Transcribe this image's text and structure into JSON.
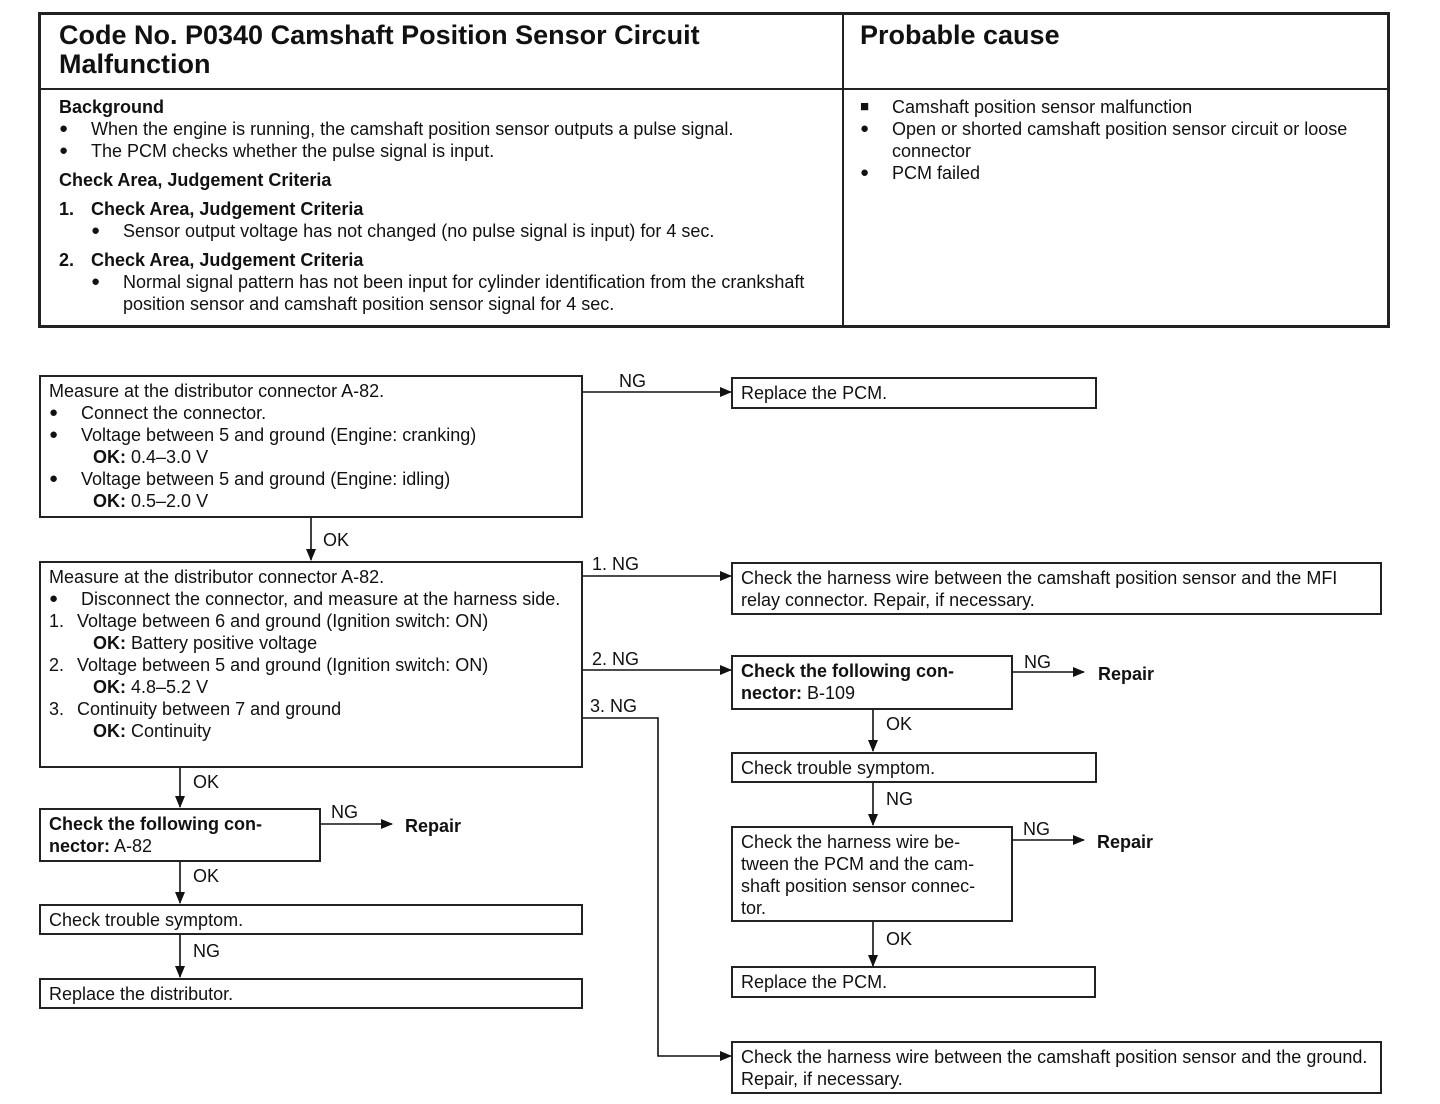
{
  "header": {
    "title": "Code No. P0340 Camshaft Position Sensor Circuit Malfunction",
    "probable_cause_title": "Probable cause",
    "background_label": "Background",
    "background_items": [
      "When the engine is running, the camshaft position sensor outputs a pulse signal.",
      "The PCM checks whether the pulse signal is input."
    ],
    "check_area_label": "Check Area, Judgement Criteria",
    "criteria": [
      {
        "num": "1.",
        "label": "Check Area, Judgement Criteria",
        "item": "Sensor output voltage has not changed (no pulse signal is input) for 4 sec."
      },
      {
        "num": "2.",
        "label": "Check Area, Judgement Criteria",
        "item": "Normal signal pattern has not been input for cylinder identification from the crankshaft position sensor and camshaft position sensor signal for 4 sec."
      }
    ],
    "causes": [
      "Camshaft position sensor malfunction",
      "Open or shorted camshaft position sensor circuit or loose connector",
      "PCM failed"
    ]
  },
  "flow": {
    "box1": {
      "title": "Measure at the distributor connector A-82.",
      "items": [
        "Connect the connector.",
        "Voltage between 5 and ground (Engine: cranking)",
        "Voltage between 5 and ground (Engine: idling)"
      ],
      "ok1_label": "OK:",
      "ok1_value": "0.4–3.0 V",
      "ok2_label": "OK:",
      "ok2_value": "0.5–2.0 V"
    },
    "replace_pcm_1": "Replace the PCM.",
    "box2": {
      "title": "Measure at the distributor connector A-82.",
      "item": "Disconnect the connector, and measure at the harness side.",
      "checks": [
        {
          "num": "1.",
          "text": "Voltage between 6 and ground (Ignition switch: ON)",
          "ok_label": "OK:",
          "ok_value": "Battery positive voltage"
        },
        {
          "num": "2.",
          "text": "Voltage between 5 and ground (Ignition switch: ON)",
          "ok_label": "OK:",
          "ok_value": "4.8–5.2 V"
        },
        {
          "num": "3.",
          "text": "Continuity between 7 and ground",
          "ok_label": "OK:",
          "ok_value": "Continuity"
        }
      ]
    },
    "harness_mfi": "Check the harness wire between the camshaft position sensor and the MFI relay connector. Repair, if necessary.",
    "check_b109_bold": "Check the following con- nector:",
    "check_b109_code": "B-109",
    "trouble_right": "Check trouble symptom.",
    "harness_pcm": "Check the harness wire be- tween the PCM and the cam- shaft position sensor connec- tor.",
    "replace_pcm_2": "Replace the PCM.",
    "harness_ground": "Check the harness wire between the camshaft position sensor and the ground. Repair, if necessary.",
    "check_a82_bold": "Check the following con- nector:",
    "check_a82_code": "A-82",
    "trouble_left": "Check trouble symptom.",
    "replace_dist": "Replace the distributor.",
    "labels": {
      "ng": "NG",
      "ok": "OK",
      "ng1": "1. NG",
      "ng2": "2. NG",
      "ng3": "3. NG",
      "repair": "Repair"
    }
  }
}
